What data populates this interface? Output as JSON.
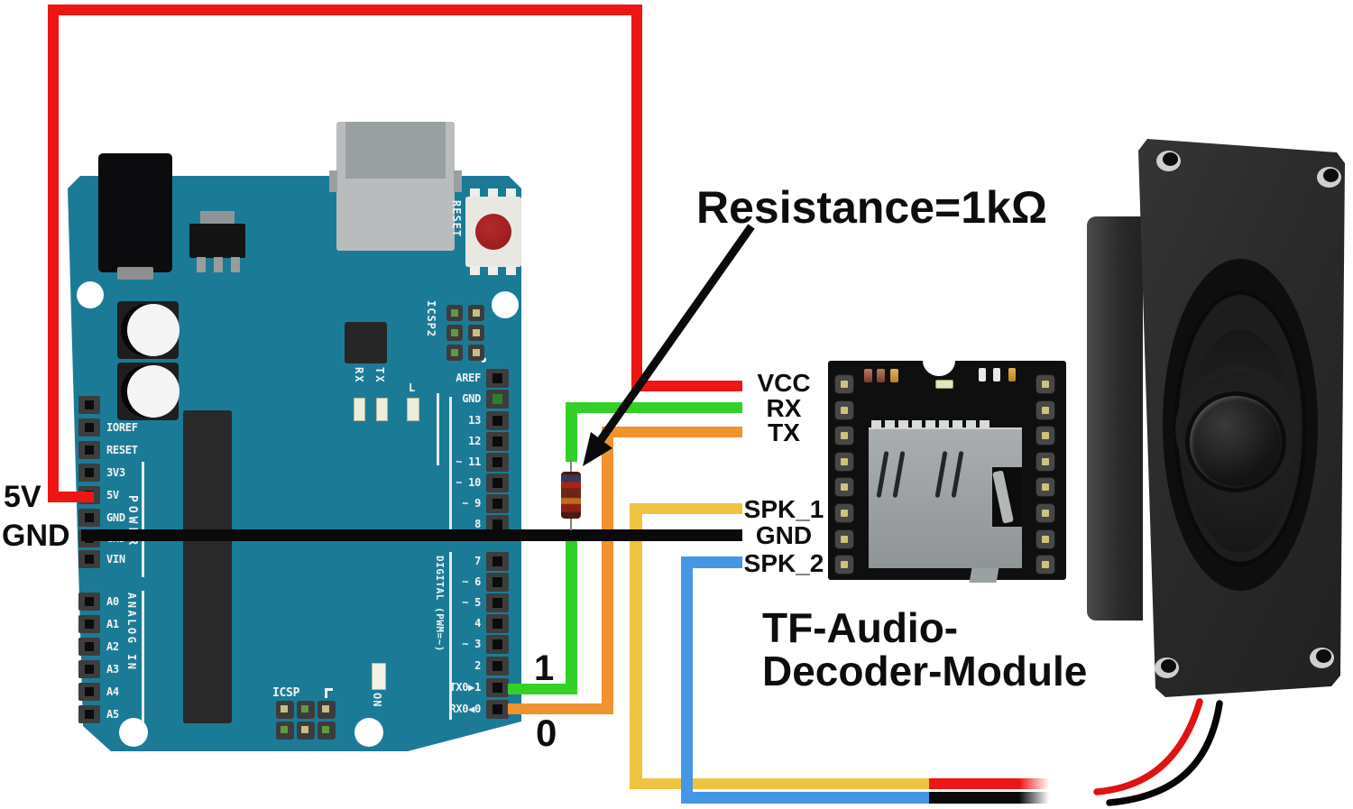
{
  "annotation": {
    "resistor_note": "Resistance=1kΩ"
  },
  "external_labels": {
    "five_v": "5V",
    "gnd": "GND",
    "pin1": "1",
    "pin0": "0"
  },
  "module": {
    "name_line1": "TF-Audio-",
    "name_line2": "Decoder-Module",
    "pins": [
      {
        "label": "VCC",
        "wire": "red"
      },
      {
        "label": "RX",
        "wire": "green"
      },
      {
        "label": "TX",
        "wire": "orange"
      },
      {
        "label": "SPK_1",
        "wire": "yellow"
      },
      {
        "label": "GND",
        "wire": "black"
      },
      {
        "label": "SPK_2",
        "wire": "blue"
      }
    ]
  },
  "arduino": {
    "silk": {
      "reset_button": "RESET",
      "icsp2": "ICSP2",
      "icsp": "ICSP",
      "on": "ON",
      "l_led": "L",
      "tx": "TX",
      "rx": "RX",
      "digital_section": "DIGITAL (PWM=~)",
      "power_section": "POWER",
      "analog_section": "ANALOG IN",
      "digital_top": [
        "AREF",
        "GND",
        "13",
        "12",
        "~ 11",
        "~ 10",
        "~ 9",
        "8"
      ],
      "digital_bottom": [
        "7",
        "~ 6",
        "~ 5",
        "4",
        "~ 3",
        "2",
        "TX0▶1",
        "RX0◀0"
      ],
      "power_pins": [
        "IOREF",
        "RESET",
        "3V3",
        "5V",
        "GND",
        "GND",
        "VIN"
      ],
      "analog_pins": [
        "A0",
        "A1",
        "A2",
        "A3",
        "A4",
        "A5"
      ]
    }
  },
  "resistor": {
    "band_colors": [
      "#6e2414",
      "#3b3658",
      "#a82418",
      "#c06a22"
    ]
  },
  "colors": {
    "red": "#ee1515",
    "green": "#33d027",
    "orange": "#f0922e",
    "yellow": "#eec342",
    "blue": "#4596e4",
    "black": "#0a0a0a",
    "board_teal": "#1b7b97",
    "silkscreen": "#f2f2f2",
    "speaker_wire_red": "#e01212"
  }
}
